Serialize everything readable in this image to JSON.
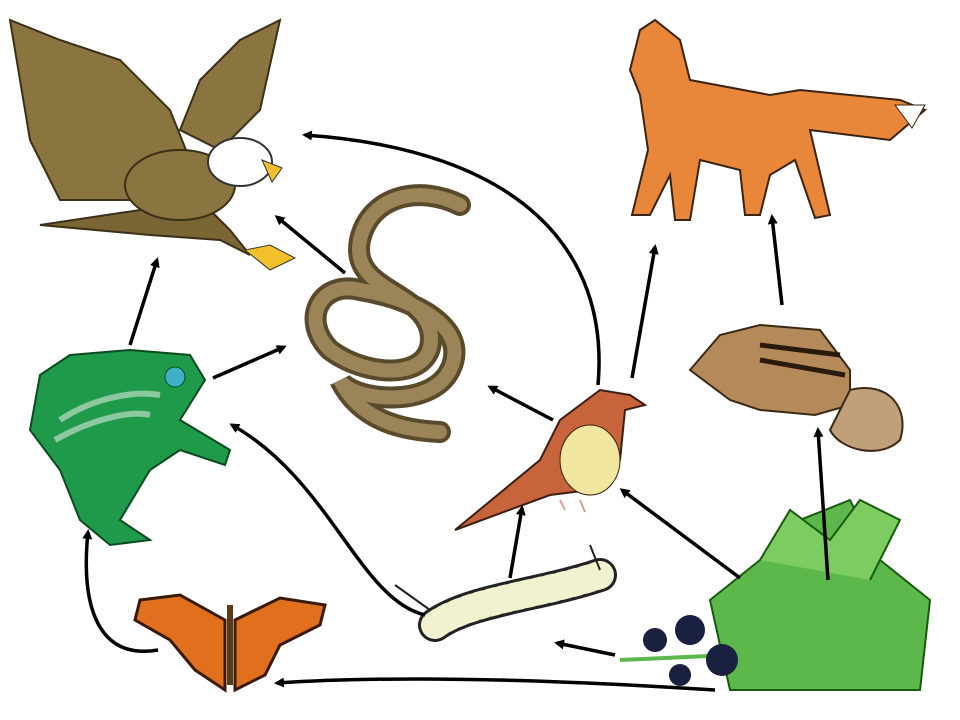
{
  "diagram": {
    "type": "food-web",
    "organisms": [
      {
        "id": "eagle",
        "icon": "eagle-icon",
        "color": "#8a7440"
      },
      {
        "id": "fox",
        "icon": "fox-icon",
        "color": "#e8873a"
      },
      {
        "id": "snake",
        "icon": "snake-icon",
        "color": "#7d6a45"
      },
      {
        "id": "frog",
        "icon": "frog-icon",
        "color": "#1f9a4a"
      },
      {
        "id": "chipmunk",
        "icon": "chipmunk-icon",
        "color": "#b48a5a"
      },
      {
        "id": "sparrow",
        "icon": "sparrow-icon",
        "color": "#c8643c"
      },
      {
        "id": "caterpillar",
        "icon": "caterpillar-icon",
        "color": "#e8e8c8"
      },
      {
        "id": "butterfly",
        "icon": "butterfly-icon",
        "color": "#e0701e"
      },
      {
        "id": "plant",
        "icon": "plant-with-berries-icon",
        "color": "#5cb84a"
      }
    ],
    "edges": [
      {
        "from": "frog",
        "to": "eagle"
      },
      {
        "from": "snake",
        "to": "eagle"
      },
      {
        "from": "sparrow",
        "to": "eagle"
      },
      {
        "from": "frog",
        "to": "snake"
      },
      {
        "from": "sparrow",
        "to": "snake"
      },
      {
        "from": "sparrow",
        "to": "fox"
      },
      {
        "from": "chipmunk",
        "to": "fox"
      },
      {
        "from": "plant",
        "to": "chipmunk"
      },
      {
        "from": "plant",
        "to": "sparrow"
      },
      {
        "from": "caterpillar",
        "to": "sparrow"
      },
      {
        "from": "caterpillar",
        "to": "frog"
      },
      {
        "from": "plant",
        "to": "caterpillar"
      },
      {
        "from": "plant",
        "to": "butterfly"
      },
      {
        "from": "butterfly",
        "to": "frog"
      }
    ],
    "arrow_color": "#000000"
  }
}
